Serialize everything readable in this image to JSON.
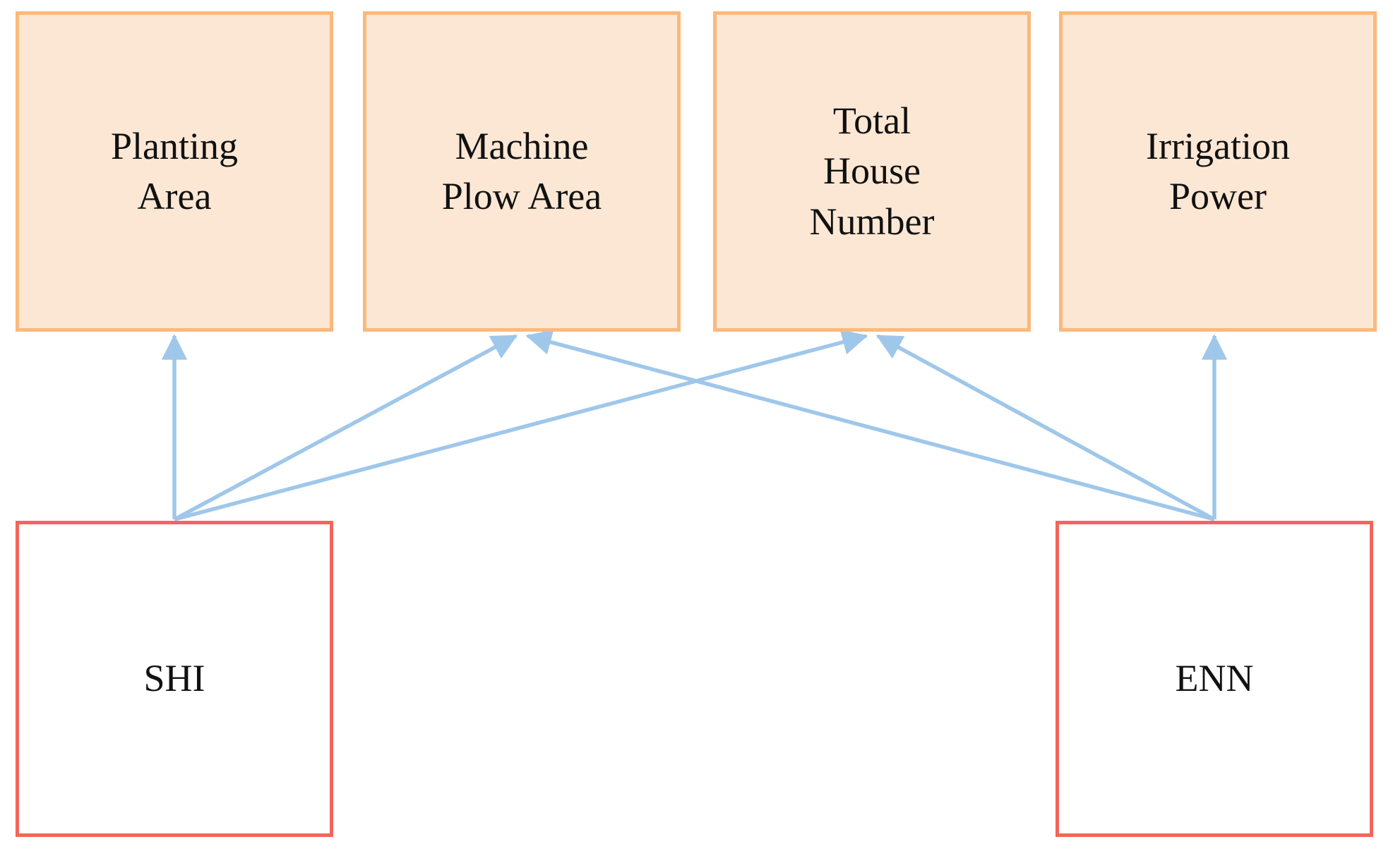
{
  "figure": {
    "type": "diagram",
    "description": "Two model nodes (SHI, ENN) point to four indicator boxes with blue arrows",
    "colors": {
      "top_box_border": "#FAB97C",
      "top_box_fill": "#FBE7D4",
      "bottom_box_border": "#F5645C",
      "bottom_box_fill": "#FFFFFF",
      "arrow": "#9FC7EA",
      "text": "#111111",
      "background": "#FFFFFF"
    },
    "nodes": {
      "top": [
        {
          "id": "planting-area",
          "lines": [
            "Planting",
            "Area"
          ]
        },
        {
          "id": "machine-plow-area",
          "lines": [
            "Machine",
            "Plow Area"
          ]
        },
        {
          "id": "total-house-number",
          "lines": [
            "Total",
            "House",
            "Number"
          ]
        },
        {
          "id": "irrigation-power",
          "lines": [
            "Irrigation",
            "Power"
          ]
        }
      ],
      "bottom": [
        {
          "id": "shi",
          "label": "SHI"
        },
        {
          "id": "enn",
          "label": "ENN"
        }
      ]
    },
    "edges": [
      {
        "from": "SHI",
        "to": "Planting Area"
      },
      {
        "from": "SHI",
        "to": "Machine Plow Area"
      },
      {
        "from": "SHI",
        "to": "Total House Number"
      },
      {
        "from": "ENN",
        "to": "Machine Plow Area"
      },
      {
        "from": "ENN",
        "to": "Total House Number"
      },
      {
        "from": "ENN",
        "to": "Irrigation Power"
      }
    ]
  }
}
